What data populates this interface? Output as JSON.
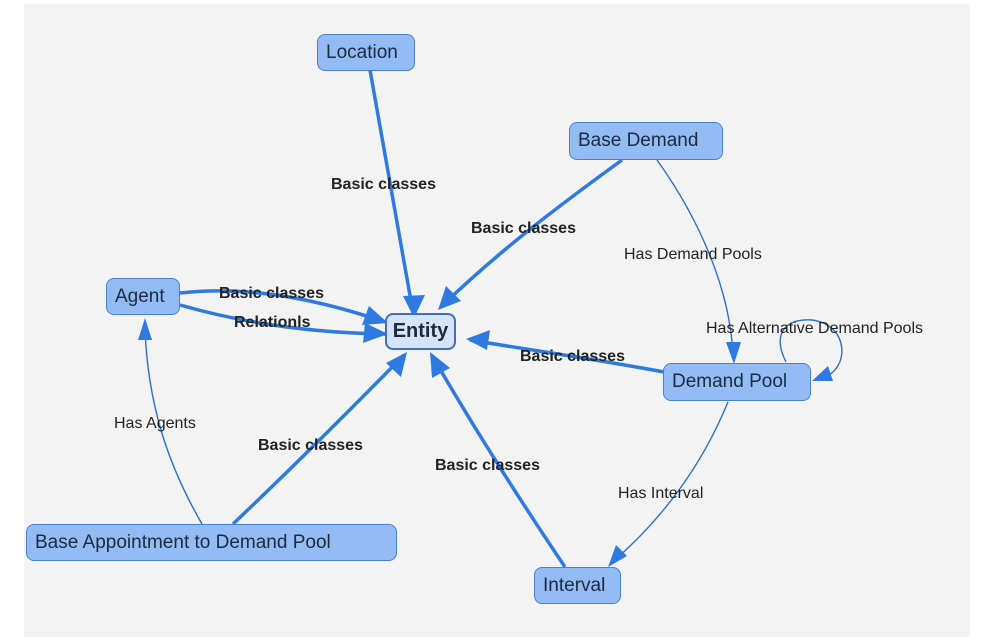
{
  "diagram": {
    "nodes": {
      "location": "Location",
      "base_demand": "Base Demand",
      "agent": "Agent",
      "entity": "Entity",
      "demand_pool": "Demand Pool",
      "base_appointment": "Base Appointment to Demand Pool",
      "interval": "Interval"
    },
    "edges": {
      "location_entity": "Basic classes",
      "base_demand_entity": "Basic classes",
      "agent_entity_basic": "Basic classes",
      "agent_entity_relations": "Relationls",
      "demand_pool_entity": "Basic classes",
      "base_appointment_entity": "Basic classes",
      "interval_entity": "Basic classes",
      "base_demand_demand_pool": "Has Demand Pools",
      "demand_pool_self": "Has Alternative Demand Pools",
      "demand_pool_interval": "Has Interval",
      "base_appointment_agent": "Has Agents"
    },
    "colors": {
      "edge": "#2f7ae0",
      "node_fill": "#93bcf5",
      "node_border": "#4a7fcf",
      "center_fill": "#d4e4fa",
      "background": "#f3f3f3"
    }
  }
}
